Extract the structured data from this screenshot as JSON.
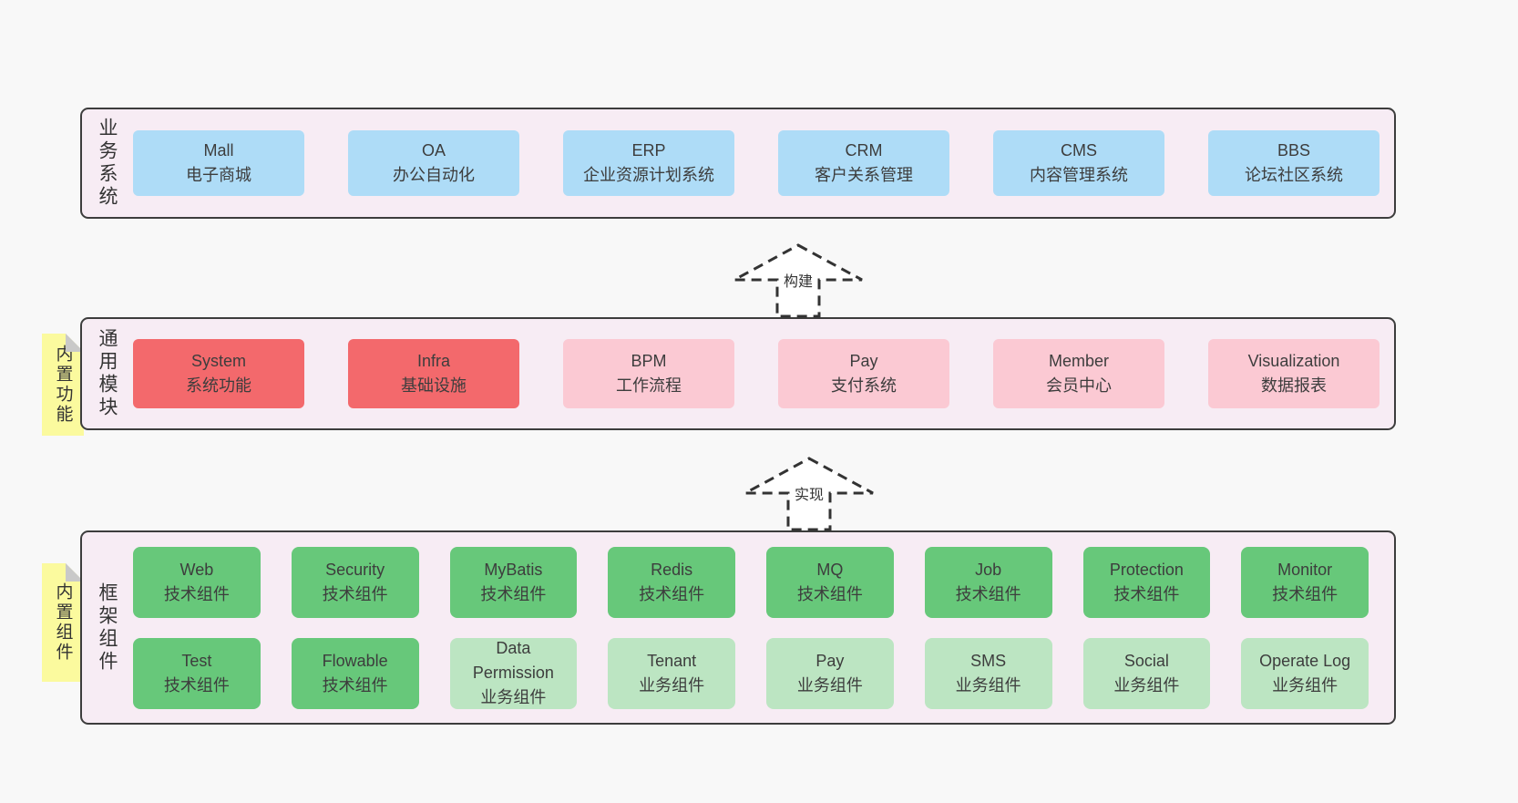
{
  "colors": {
    "page_background": "#f8f8f8",
    "layer_background": "#f7ecf4",
    "layer_border": "#3d3d3d",
    "box_blue": "#aedcf7",
    "box_red": "#f3696c",
    "box_pink": "#fbc9d3",
    "box_green": "#67c87a",
    "box_green_light": "#bce5c2",
    "sticky_yellow": "#fbfa9e",
    "sticky_fold_gray": "#c9c9c9",
    "text": "#3d3d3d"
  },
  "arrows": {
    "build": "构建",
    "implement": "实现"
  },
  "layers": {
    "business": {
      "label": "业务系统",
      "boxes": [
        {
          "en": "Mall",
          "zh": "电子商城"
        },
        {
          "en": "OA",
          "zh": "办公自动化"
        },
        {
          "en": "ERP",
          "zh": "企业资源计划系统"
        },
        {
          "en": "CRM",
          "zh": "客户关系管理"
        },
        {
          "en": "CMS",
          "zh": "内容管理系统"
        },
        {
          "en": "BBS",
          "zh": "论坛社区系统"
        }
      ]
    },
    "modules": {
      "label": "通用模块",
      "sticky": "内置功能",
      "boxes": [
        {
          "en": "System",
          "zh": "系统功能"
        },
        {
          "en": "Infra",
          "zh": "基础设施"
        },
        {
          "en": "BPM",
          "zh": "工作流程"
        },
        {
          "en": "Pay",
          "zh": "支付系统"
        },
        {
          "en": "Member",
          "zh": "会员中心"
        },
        {
          "en": "Visualization",
          "zh": "数据报表"
        }
      ]
    },
    "components": {
      "label": "框架组件",
      "sticky": "内置组件",
      "row1": [
        {
          "en": "Web",
          "zh": "技术组件"
        },
        {
          "en": "Security",
          "zh": "技术组件"
        },
        {
          "en": "MyBatis",
          "zh": "技术组件"
        },
        {
          "en": "Redis",
          "zh": "技术组件"
        },
        {
          "en": "MQ",
          "zh": "技术组件"
        },
        {
          "en": "Job",
          "zh": "技术组件"
        },
        {
          "en": "Protection",
          "zh": "技术组件"
        },
        {
          "en": "Monitor",
          "zh": "技术组件"
        }
      ],
      "row2": [
        {
          "en": "Test",
          "zh": "技术组件"
        },
        {
          "en": "Flowable",
          "zh": "技术组件"
        },
        {
          "en": "Data Permission",
          "zh": "业务组件"
        },
        {
          "en": "Tenant",
          "zh": "业务组件"
        },
        {
          "en": "Pay",
          "zh": "业务组件"
        },
        {
          "en": "SMS",
          "zh": "业务组件"
        },
        {
          "en": "Social",
          "zh": "业务组件"
        },
        {
          "en": "Operate Log",
          "zh": "业务组件"
        }
      ]
    }
  }
}
